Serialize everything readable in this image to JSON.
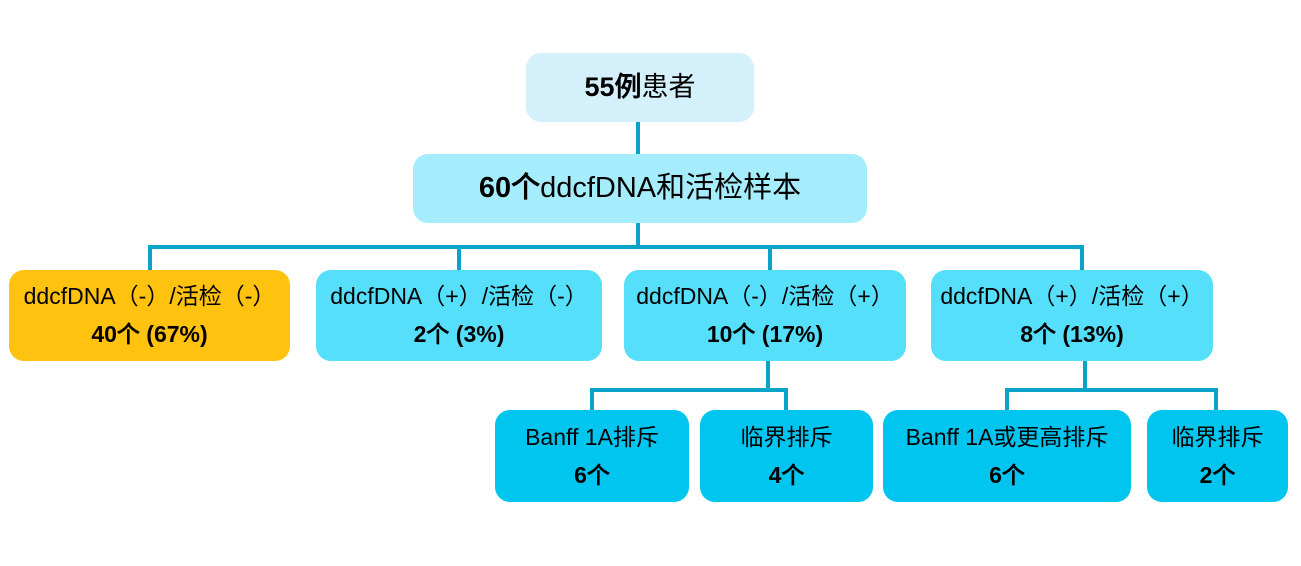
{
  "colors": {
    "background": "#ffffff",
    "level1_box": "#d4f0fa",
    "level2_box": "#a5edfc",
    "level3_box": "#55dffb",
    "level3_highlight_box": "#ffc20e",
    "level4_box": "#00c6ef",
    "connector": "#0aa4c9",
    "text": "#000000"
  },
  "nodes": {
    "root": {
      "count": "55例",
      "label": "患者"
    },
    "samples": {
      "count": "60个",
      "label": "ddcfDNA和活检样本"
    },
    "groups": [
      {
        "label": "ddcfDNA（-）/活检（-）",
        "count": "40个 (67%)"
      },
      {
        "label": "ddcfDNA（+）/活检（-）",
        "count": "2个 (3%)"
      },
      {
        "label": "ddcfDNA（-）/活检（+）",
        "count": "10个 (17%)"
      },
      {
        "label": "ddcfDNA（+）/活检（+）",
        "count": "8个 (13%)"
      }
    ],
    "subgroups": [
      {
        "label": "Banff 1A排斥",
        "count": "6个"
      },
      {
        "label": "临界排斥",
        "count": "4个"
      },
      {
        "label": "Banff 1A或更高排斥",
        "count": "6个"
      },
      {
        "label": "临界排斥",
        "count": "2个"
      }
    ]
  }
}
